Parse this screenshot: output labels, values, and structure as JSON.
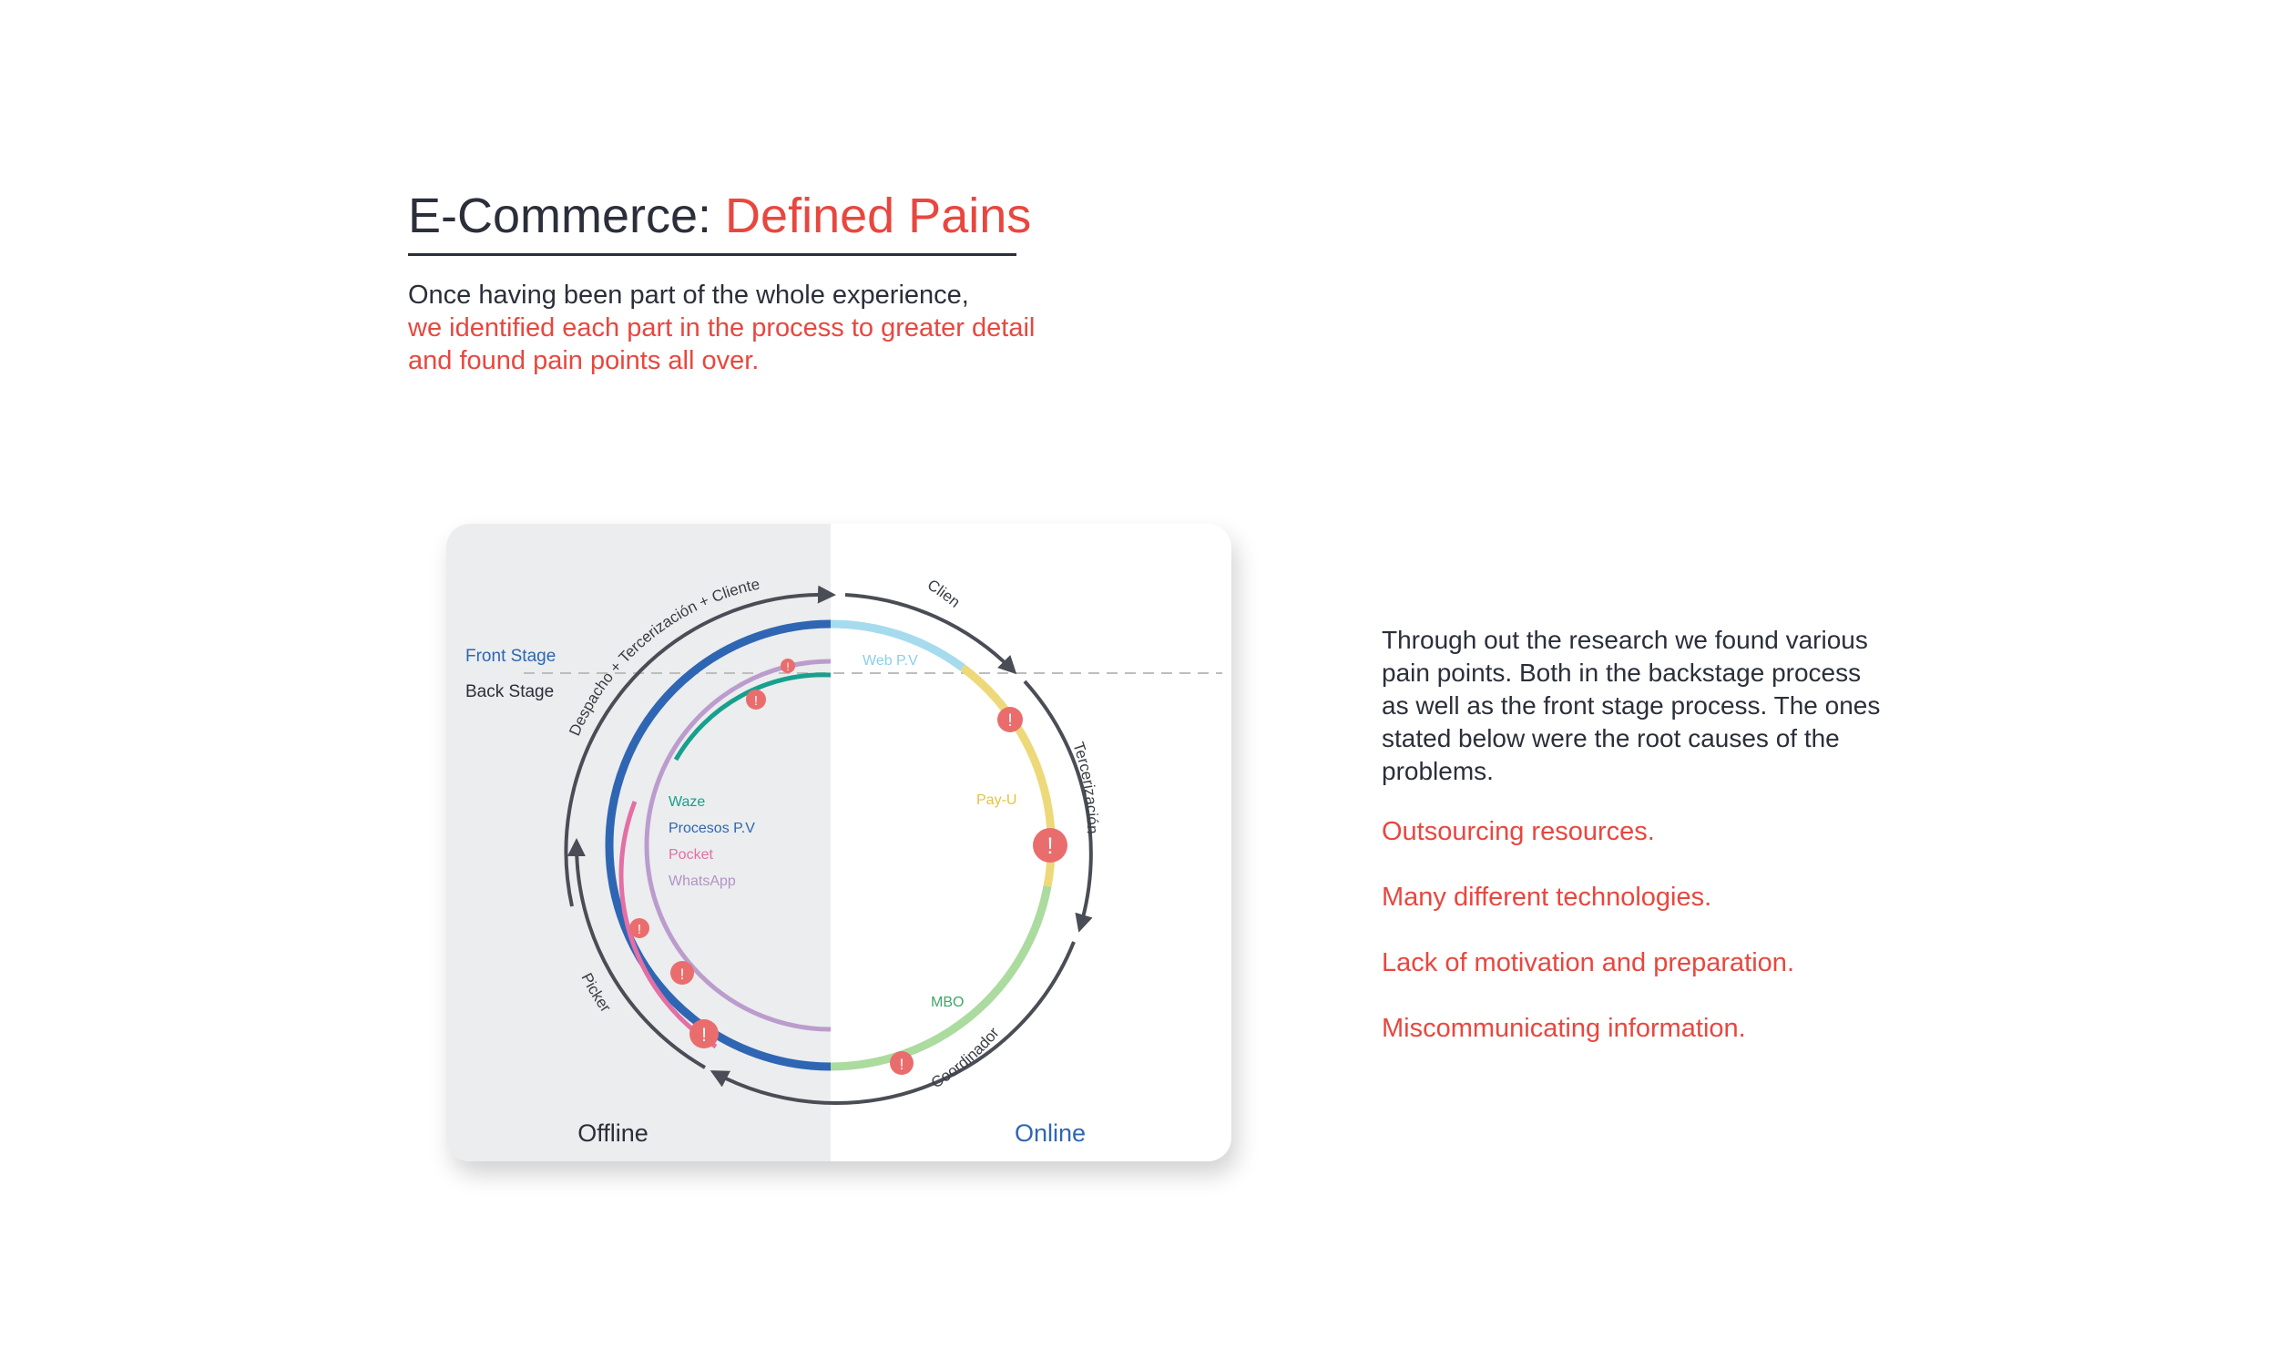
{
  "header": {
    "title_prefix": "E-Commerce: ",
    "title_accent": "Defined Pains"
  },
  "intro": {
    "line_dark": "Once having been part of the whole experience,",
    "line_red": "we identified each part in the process to greater detail and found pain points all over."
  },
  "diagram": {
    "stage_front": "Front Stage",
    "stage_back": "Back Stage",
    "offline_label": "Offline",
    "online_label": "Online",
    "arc_labels": {
      "despacho": "Despacho + Tercerización + Cliente",
      "cliente": "Cliente",
      "tercerizacion": "Tercerización",
      "coordinador": "Coordinador",
      "picker": "Picker"
    },
    "legend": {
      "waze": "Waze",
      "procesos": "Procesos P.V",
      "pocket": "Pocket",
      "whatsapp": "WhatsApp"
    },
    "segments": {
      "webpv": "Web P.V",
      "payu": "Pay-U",
      "mbo": "MBO"
    },
    "pain_glyph": "!",
    "colors": {
      "waze": "#17a08d",
      "procesos": "#2f66b3",
      "pocket": "#e36fa4",
      "whatsapp": "#bb9ccd",
      "webpv": "#a6dbee",
      "payu": "#eed97a",
      "mbo": "#abdb9e",
      "pain": "#ea6d6d",
      "offline": "#2b2f3a",
      "online": "#2f66b3"
    }
  },
  "findings": {
    "paragraph": "Through out the research we found various pain points. Both in the backstage process as well as the front stage process. The ones stated below were the root causes of the problems.",
    "causes": [
      "Outsourcing resources.",
      "Many different technologies.",
      "Lack of motivation and preparation.",
      "Miscommunicating information."
    ]
  }
}
